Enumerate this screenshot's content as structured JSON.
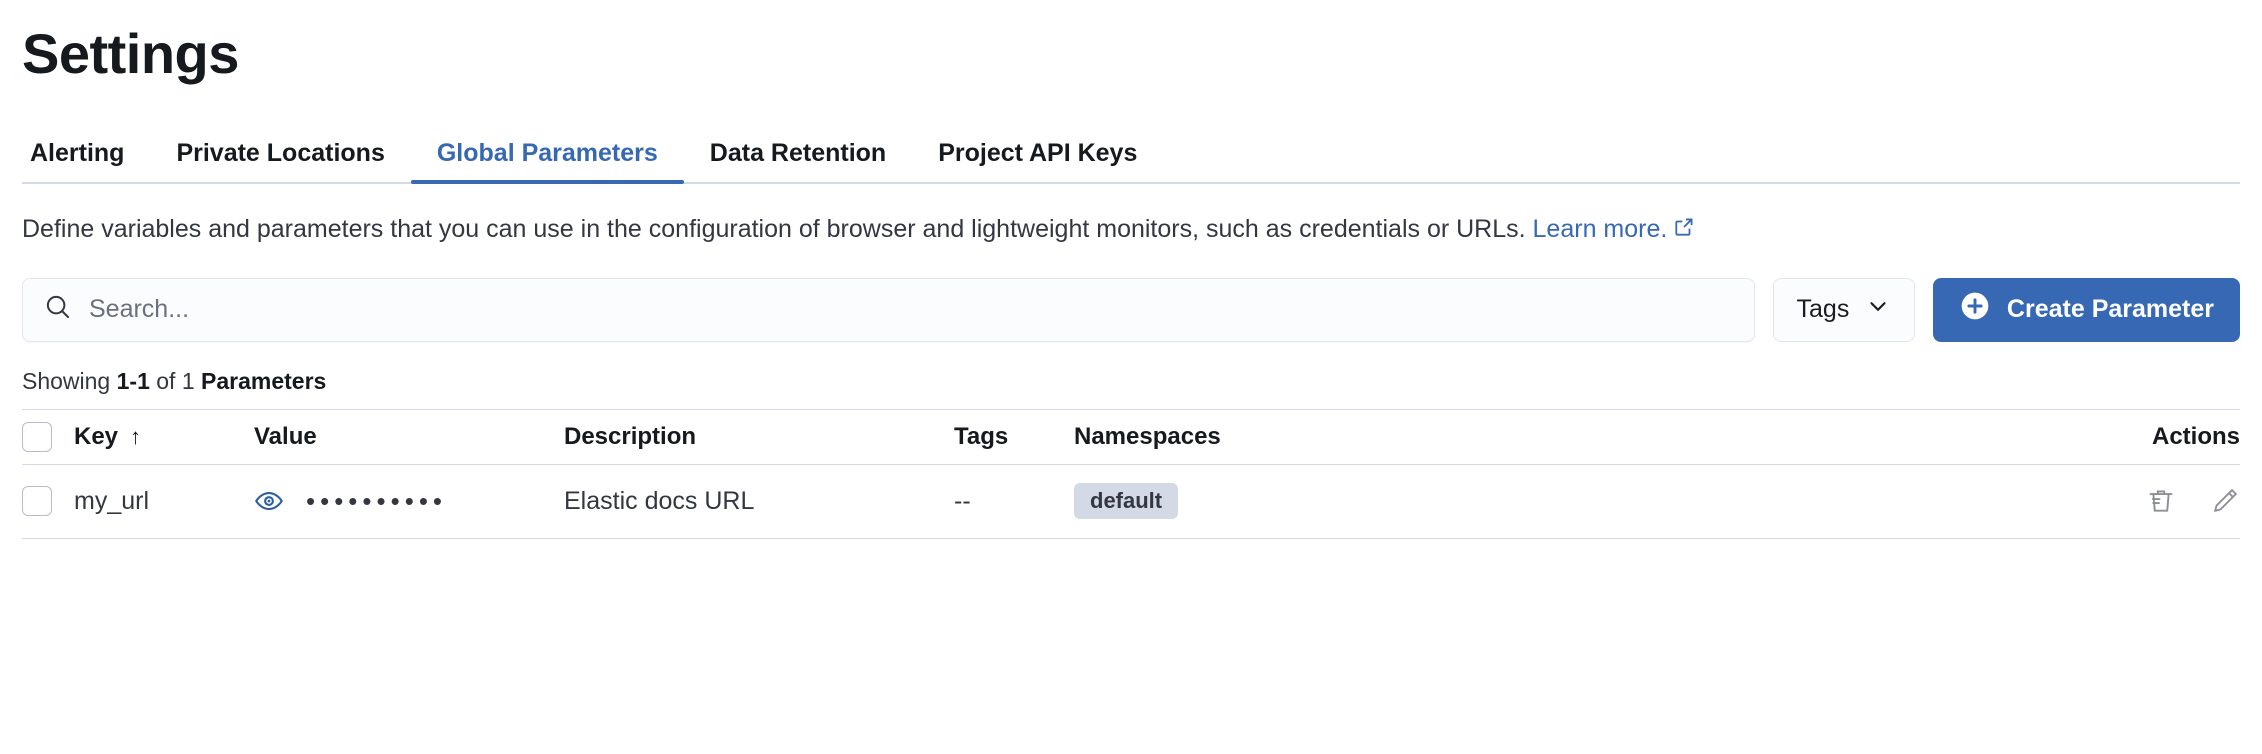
{
  "page": {
    "title": "Settings"
  },
  "tabs": [
    {
      "label": "Alerting",
      "active": false,
      "name": "tab-alerting"
    },
    {
      "label": "Private Locations",
      "active": false,
      "name": "tab-private-locations"
    },
    {
      "label": "Global Parameters",
      "active": true,
      "name": "tab-global-parameters"
    },
    {
      "label": "Data Retention",
      "active": false,
      "name": "tab-data-retention"
    },
    {
      "label": "Project API Keys",
      "active": false,
      "name": "tab-project-api-keys"
    }
  ],
  "description": {
    "text": "Define variables and parameters that you can use in the configuration of browser and lightweight monitors, such as credentials or URLs. ",
    "link_text": "Learn more.",
    "link_icon": "external-link-icon"
  },
  "controls": {
    "search_placeholder": "Search...",
    "search_value": "",
    "search_icon": "search-icon",
    "tags_label": "Tags",
    "tags_icon": "chevron-down-icon",
    "create_label": "Create Parameter",
    "create_icon": "plus-circle-icon"
  },
  "summary": {
    "prefix": "Showing ",
    "range": "1-1",
    "middle": " of 1 ",
    "entity": "Parameters"
  },
  "table": {
    "columns": [
      {
        "label": "Key",
        "name": "column-key",
        "sort_icon": "sort-ascending-arrow-icon"
      },
      {
        "label": "Value",
        "name": "column-value"
      },
      {
        "label": "Description",
        "name": "column-description"
      },
      {
        "label": "Tags",
        "name": "column-tags"
      },
      {
        "label": "Namespaces",
        "name": "column-namespaces"
      },
      {
        "label": "Actions",
        "name": "column-actions"
      }
    ],
    "rows": [
      {
        "key": "my_url",
        "value_masked": "••••••••••",
        "value_toggle_icon": "eye-icon",
        "description": "Elastic docs URL",
        "tags": "--",
        "namespace": "default",
        "actions": [
          "trash-icon",
          "pencil-icon"
        ]
      }
    ]
  },
  "colors": {
    "accent": "#3668b3",
    "text": "#343741",
    "heading": "#16191d",
    "border": "#d3dae6",
    "badge_bg": "#d3dae6",
    "control_bg": "#fbfcfd",
    "icon_gray": "#8c8f94"
  }
}
